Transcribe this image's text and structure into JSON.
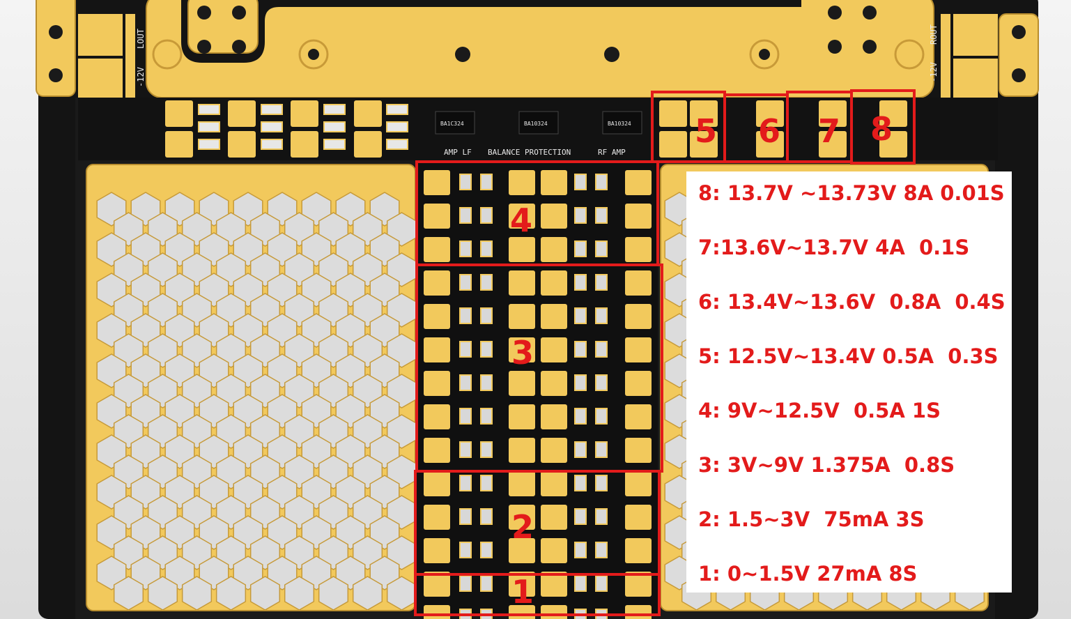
{
  "board": {
    "silkscreen": {
      "left_out": "LOUT",
      "right_out": "ROUT",
      "left_voltage": "-12V",
      "right_voltage": "-12V",
      "section_amp_lf": "AMP LF",
      "section_balance": "BALANCE PROTECTION",
      "section_rf_amp": "RF AMP",
      "chip_1": "BA1C324",
      "chip_2": "BA10324",
      "chip_3": "BA10324"
    },
    "colors": {
      "pcb": "#111111",
      "copper": "#f2c95c",
      "copper_dark": "#d9a93c",
      "highlight": "#e31b1b"
    }
  },
  "zones": [
    {
      "number": "1"
    },
    {
      "number": "2"
    },
    {
      "number": "3"
    },
    {
      "number": "4"
    },
    {
      "number": "5"
    },
    {
      "number": "6"
    },
    {
      "number": "7"
    },
    {
      "number": "8"
    }
  ],
  "legend": [
    "8: 13.7V ~13.73V 8A 0.01S",
    "7:13.6V~13.7V 4A  0.1S",
    "6: 13.4V~13.6V  0.8A  0.4S",
    "5: 12.5V~13.4V 0.5A  0.3S",
    "4: 9V~12.5V  0.5A 1S",
    "3: 3V~9V 1.375A  0.8S",
    "2: 1.5~3V  75mA 3S",
    "1: 0~1.5V 27mA 8S"
  ]
}
